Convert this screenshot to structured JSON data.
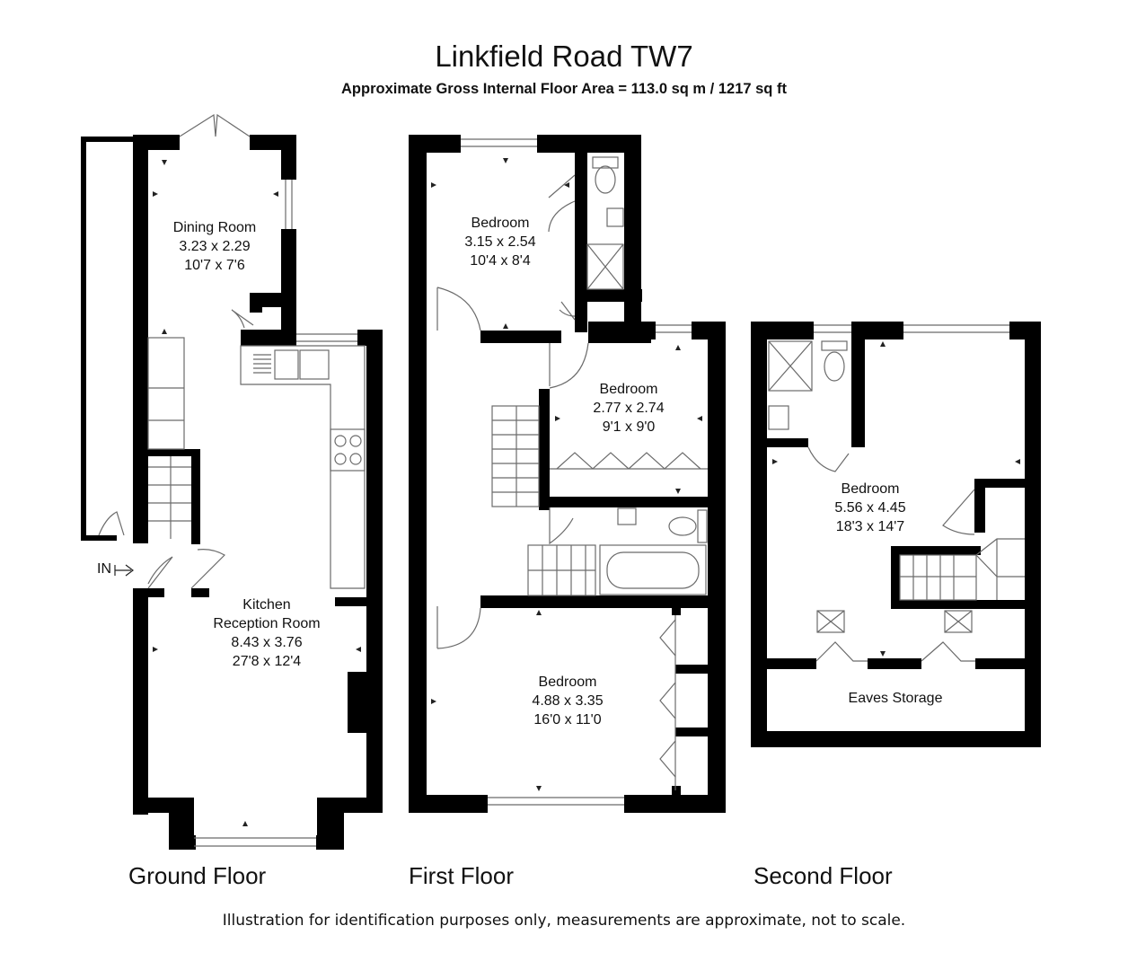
{
  "header": {
    "title": "Linkfield Road TW7",
    "subtitle": "Approximate Gross Internal Floor Area = 113.0 sq m / 1217 sq ft"
  },
  "floors": {
    "ground": {
      "label": "Ground Floor",
      "rooms": [
        {
          "name": "Dining Room",
          "metric": "3.23 x 2.29",
          "imperial": "10'7 x 7'6"
        },
        {
          "name_line1": "Kitchen",
          "name_line2": "Reception Room",
          "metric": "8.43 x 3.76",
          "imperial": "27'8 x 12'4"
        }
      ],
      "entrance_label": "IN"
    },
    "first": {
      "label": "First Floor",
      "rooms": [
        {
          "name": "Bedroom",
          "metric": "3.15 x 2.54",
          "imperial": "10'4 x 8'4"
        },
        {
          "name": "Bedroom",
          "metric": "2.77 x 2.74",
          "imperial": "9'1 x 9'0"
        },
        {
          "name": "Bedroom",
          "metric": "4.88 x 3.35",
          "imperial": "16'0 x 11'0"
        }
      ]
    },
    "second": {
      "label": "Second Floor",
      "rooms": [
        {
          "name": "Bedroom",
          "metric": "5.56 x 4.45",
          "imperial": "18'3 x 14'7"
        },
        {
          "name": "Eaves Storage"
        }
      ]
    }
  },
  "footer": {
    "disclaimer": "Illustration for identification purposes only, measurements are approximate, not to scale."
  },
  "colors": {
    "wall": "#000000",
    "fixture_line": "#6b6b6b",
    "background": "#ffffff"
  }
}
